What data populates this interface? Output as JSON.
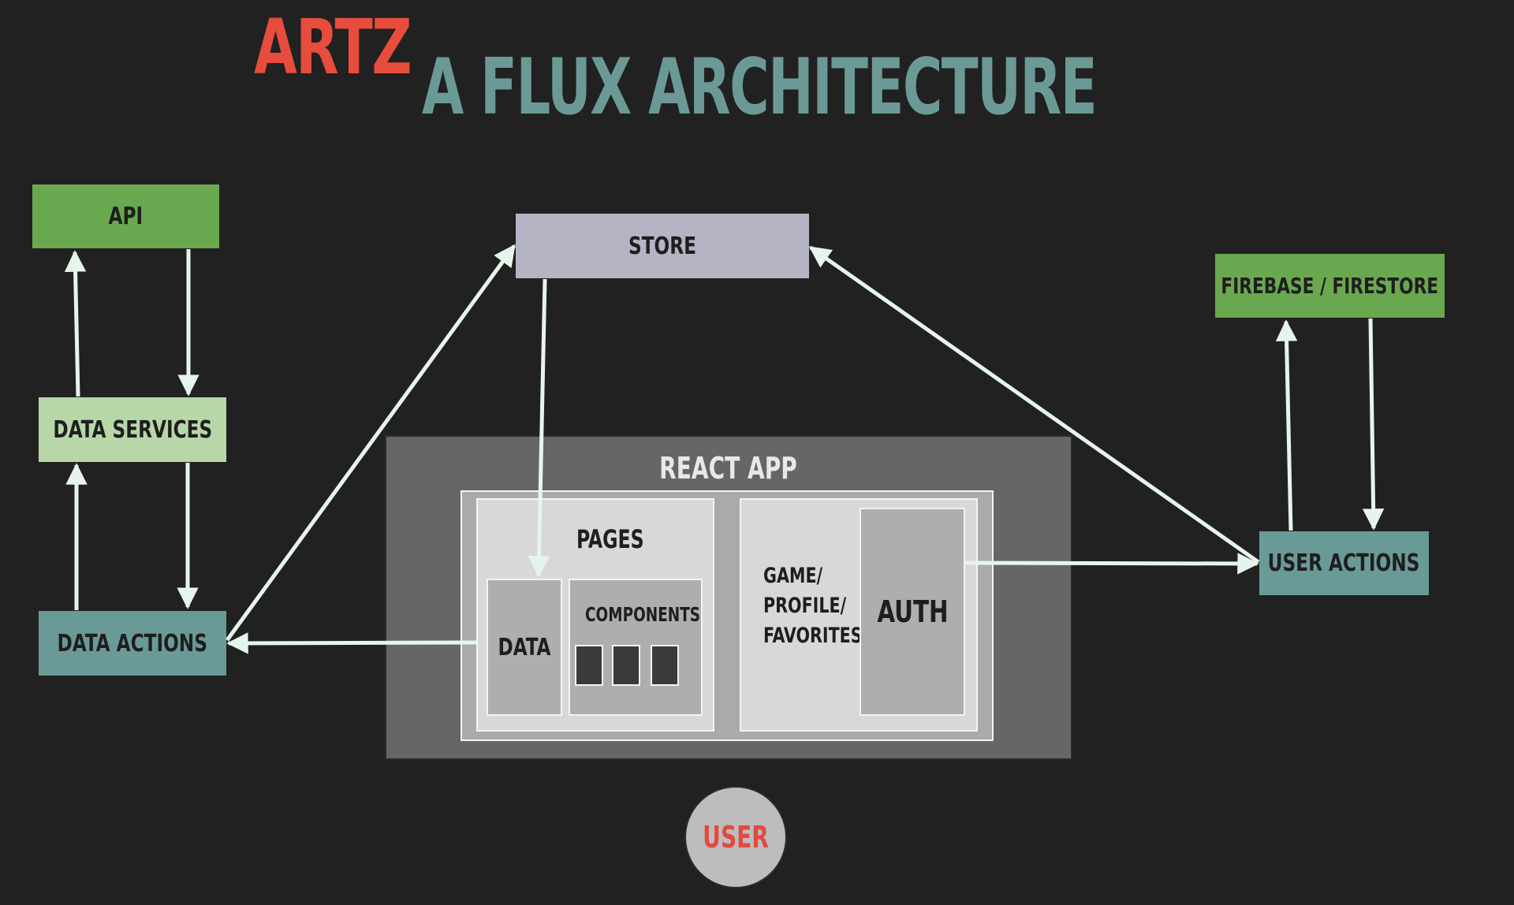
{
  "title": {
    "brand": "ARTZ",
    "subtitle": "A FLUX ARCHITECTURE"
  },
  "nodes": {
    "api": "API",
    "data_services": "DATA SERVICES",
    "data_actions": "DATA ACTIONS",
    "store": "STORE",
    "firebase": "FIREBASE / FIRESTORE",
    "user_actions": "USER ACTIONS",
    "react_app": "REACT APP",
    "pages": "PAGES",
    "data": "DATA",
    "components": "COMPONENTS",
    "game_profile_favorites": "GAME/\nPROFILE/\nFAVORITES",
    "auth": "AUTH",
    "user": "USER"
  },
  "colors": {
    "background": "#212121",
    "brand_title": "#e74c3c",
    "subtitle": "#6b9a96",
    "api_green": "#6aa84f",
    "firebase_green": "#6aa84f",
    "data_services_light_green": "#b7d7a8",
    "teal_box": "#6a9a97",
    "store_gray": "#b4b4c4",
    "arrow": "#e6f5ec",
    "user_text": "#e14b3f"
  }
}
